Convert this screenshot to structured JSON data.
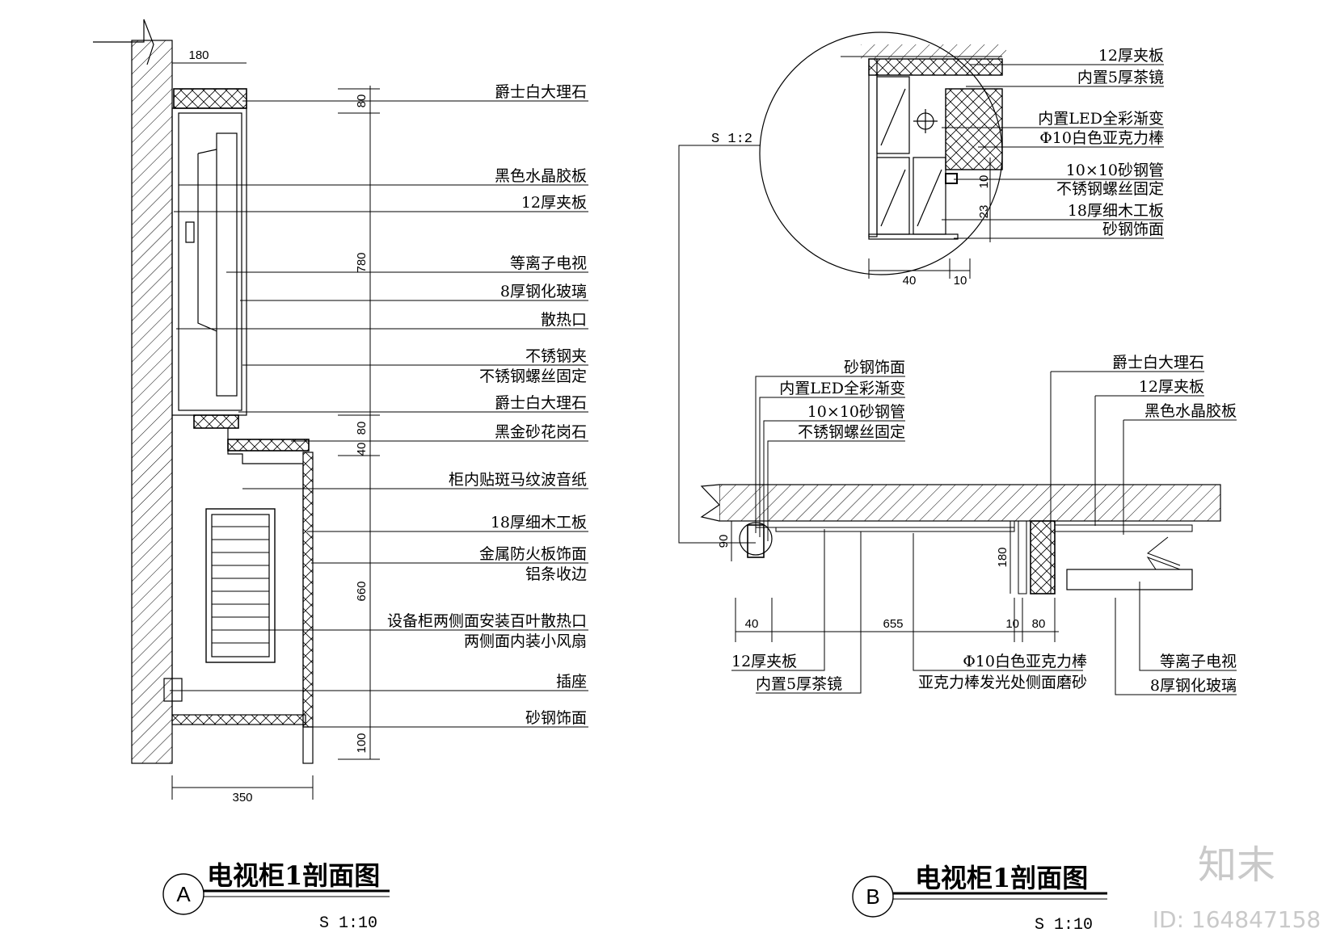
{
  "section_a": {
    "mark": "A",
    "title": "电视柜1剖面图",
    "scale": "S 1:10",
    "labels": [
      "爵士白大理石",
      "黑色水晶胶板",
      "12厚夹板",
      "等离子电视",
      "8厚钢化玻璃",
      "散热口",
      "不锈钢夹",
      "不锈钢螺丝固定",
      "爵士白大理石",
      "黑金砂花岗石",
      "柜内贴斑马纹波音纸",
      "18厚细木工板",
      "金属防火板饰面",
      "铝条收边",
      "设备柜两侧面安装百叶散热口",
      "两侧面内装小风扇",
      "插座",
      "砂钢饰面"
    ],
    "dims": [
      "180",
      "80",
      "780",
      "80",
      "40",
      "660",
      "100",
      "350"
    ]
  },
  "section_b": {
    "mark": "B",
    "title": "电视柜1剖面图",
    "scale": "S 1:10",
    "labels_top": [
      "砂钢饰面",
      "内置LED全彩渐变",
      "10×10砂钢管",
      "不锈钢螺丝固定",
      "爵士白大理石",
      "12厚夹板",
      "黑色水晶胶板"
    ],
    "labels_bottom": [
      "12厚夹板",
      "内置5厚茶镜",
      "Φ10白色亚克力棒",
      "亚克力棒发光处侧面磨砂",
      "等离子电视",
      "8厚钢化玻璃"
    ],
    "dims": [
      "90",
      "180",
      "40",
      "655",
      "10",
      "80"
    ]
  },
  "detail": {
    "scale": "S 1:2",
    "labels": [
      "12厚夹板",
      "内置5厚茶镜",
      "内置LED全彩渐变",
      "Φ10白色亚克力棒",
      "10×10砂钢管",
      "不锈钢螺丝固定",
      "18厚细木工板",
      "砂钢饰面"
    ],
    "dims": [
      "10",
      "23",
      "40",
      "10"
    ]
  },
  "watermark": {
    "logo": "知末",
    "id": "ID: 164847158"
  }
}
